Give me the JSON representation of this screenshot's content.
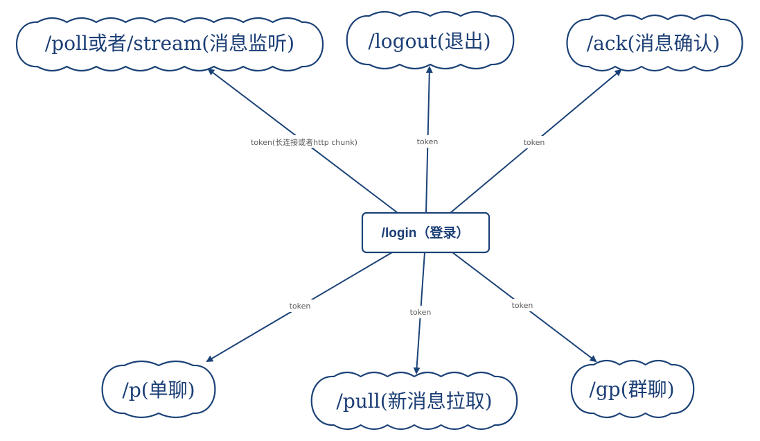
{
  "center": {
    "label": "/login（登录）"
  },
  "endpoints": [
    {
      "id": "poll",
      "label": "/poll或者/stream(消息监听)"
    },
    {
      "id": "logout",
      "label": "/logout(退出)"
    },
    {
      "id": "ack",
      "label": "/ack(消息确认)"
    },
    {
      "id": "p",
      "label": "/p(单聊)"
    },
    {
      "id": "pull",
      "label": "/pull(新消息拉取)"
    },
    {
      "id": "gp",
      "label": "/gp(群聊)"
    }
  ],
  "edges": [
    {
      "to": "poll",
      "label": "token(长连接或者http chunk)"
    },
    {
      "to": "logout",
      "label": "token"
    },
    {
      "to": "ack",
      "label": "token"
    },
    {
      "to": "p",
      "label": "token"
    },
    {
      "to": "pull",
      "label": "token"
    },
    {
      "to": "gp",
      "label": "token"
    }
  ],
  "colors": {
    "stroke": "#1b4277",
    "text": "#1b3e75",
    "edge_label": "#5a5a5a",
    "background": "#ffffff"
  }
}
